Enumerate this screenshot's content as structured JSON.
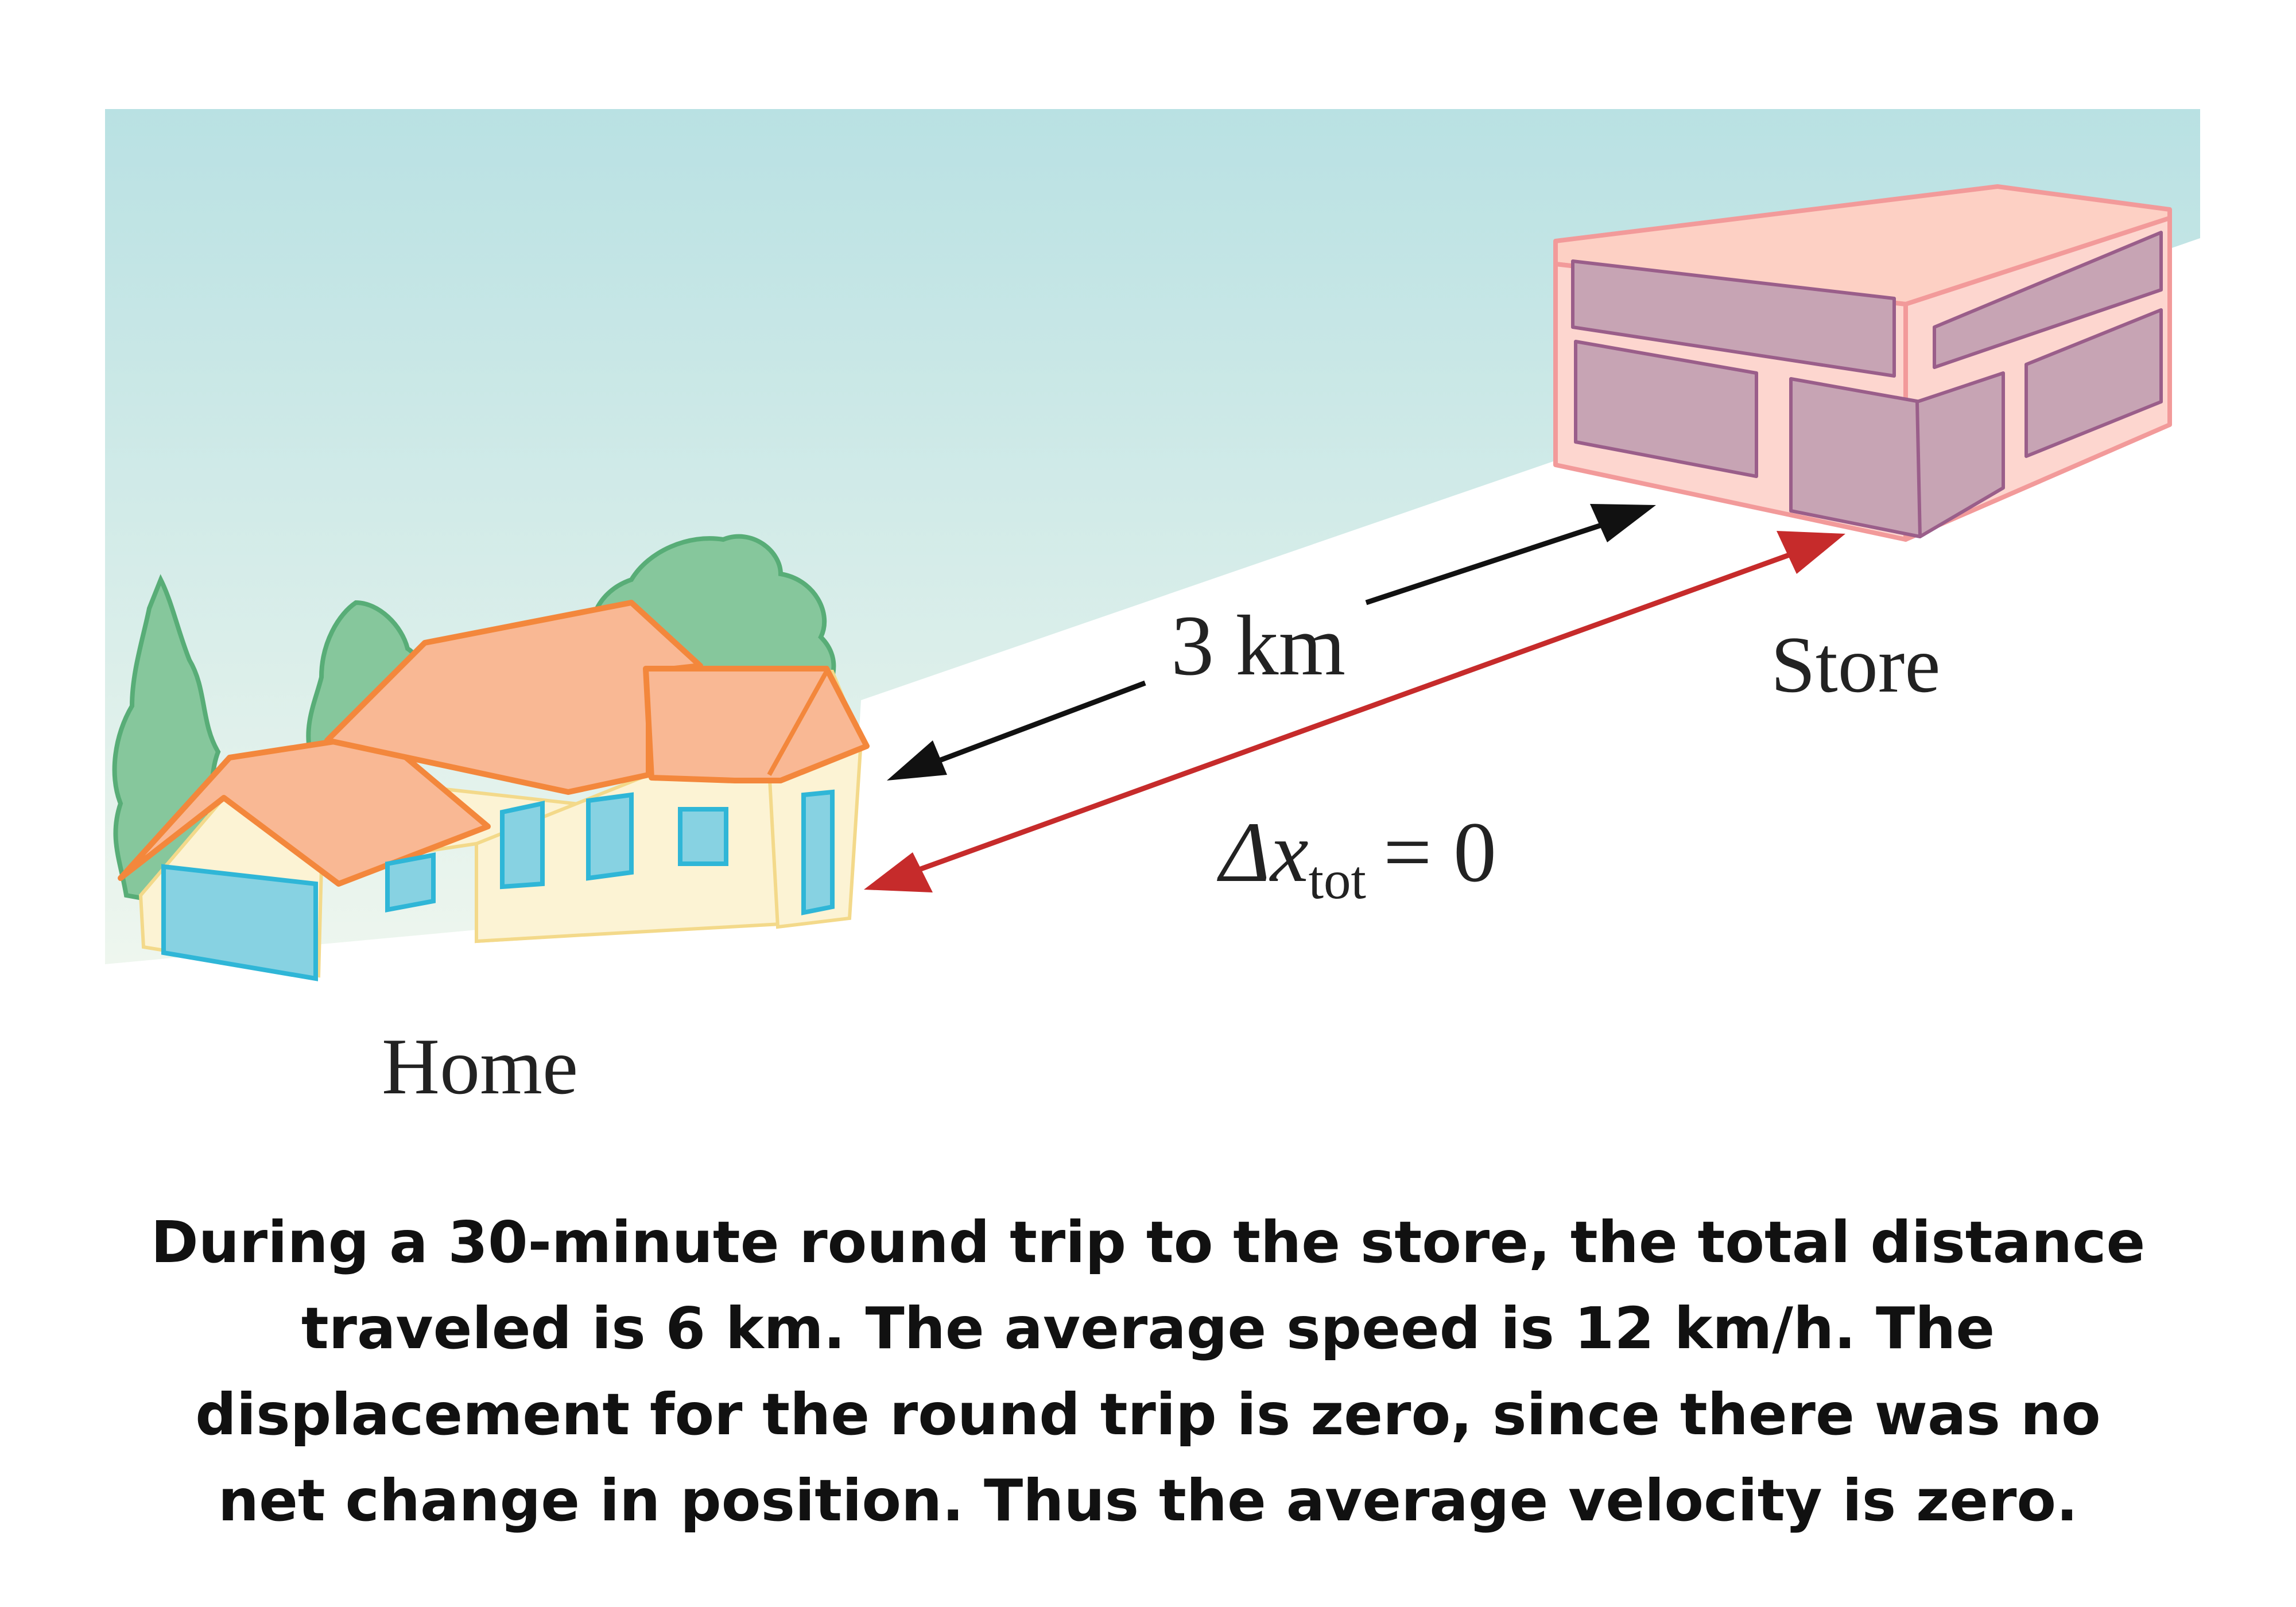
{
  "labels": {
    "distance": "3 km",
    "store": "Store",
    "home": "Home",
    "displacement_symbol": "Δx",
    "displacement_subscript": "tot",
    "displacement_value": "= 0"
  },
  "caption": "During a 30-minute round trip to the store, the total distance traveled is 6 km. The average speed is 12 km/h. The displacement for the round trip is zero, since there was no net change in position. Thus the average velocity is zero.",
  "colors": {
    "sky_top": "#b9e1e3",
    "sky_bottom": "#eef6ee",
    "roof": "#f9b894",
    "roof_edge": "#f3873c",
    "wall": "#fcf3d4",
    "window": "#87d2e2",
    "window_edge": "#2fb6d7",
    "tree": "#86c79c",
    "tree_edge": "#58ad77",
    "store_body": "#fdd6cf",
    "store_edge": "#f29a9a",
    "store_window": "#c7a4b4",
    "store_window_edge": "#9a5e8a",
    "arrow_distance": "#111111",
    "arrow_displacement": "#c62b2b"
  }
}
